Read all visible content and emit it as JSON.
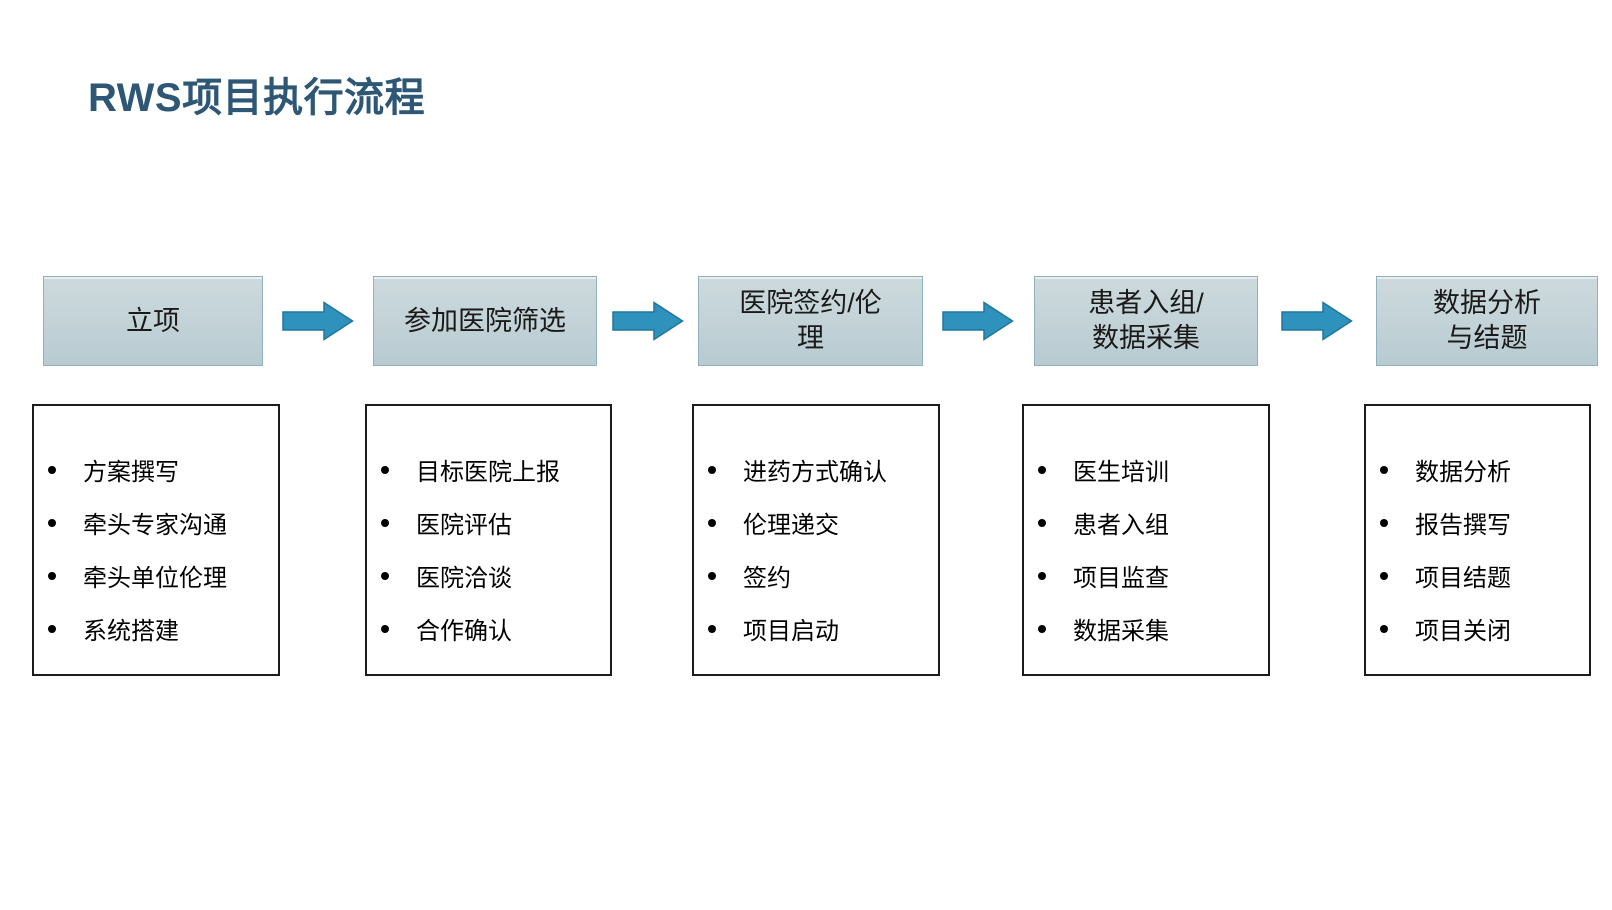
{
  "slide": {
    "title": "RWS项目执行流程"
  },
  "colors": {
    "background": "#FFFFFF",
    "title_text": "#2D5775",
    "stage_box_fill_top": "#CDDADD",
    "stage_box_fill_bottom": "#B7CBD1",
    "stage_box_border": "#8FB0BC",
    "arrow_fill": "#2E92BD",
    "arrow_border": "#20769E",
    "detail_box_border": "#1C1C1C",
    "detail_text": "#000000"
  },
  "flow": {
    "stages": [
      {
        "label": "立项",
        "items": [
          "方案撰写",
          "牵头专家沟通",
          "牵头单位伦理",
          "系统搭建"
        ]
      },
      {
        "label": "参加医院筛选",
        "items": [
          "目标医院上报",
          "医院评估",
          "医院洽谈",
          "合作确认"
        ]
      },
      {
        "label": "医院签约/伦\n理",
        "items": [
          "进药方式确认",
          "伦理递交",
          "签约",
          "项目启动"
        ]
      },
      {
        "label": "患者入组/\n数据采集",
        "items": [
          "医生培训",
          "患者入组",
          "项目监查",
          "数据采集"
        ]
      },
      {
        "label": "数据分析\n与结题",
        "items": [
          "数据分析",
          "报告撰写",
          "项目结题",
          "项目关闭"
        ]
      }
    ]
  }
}
